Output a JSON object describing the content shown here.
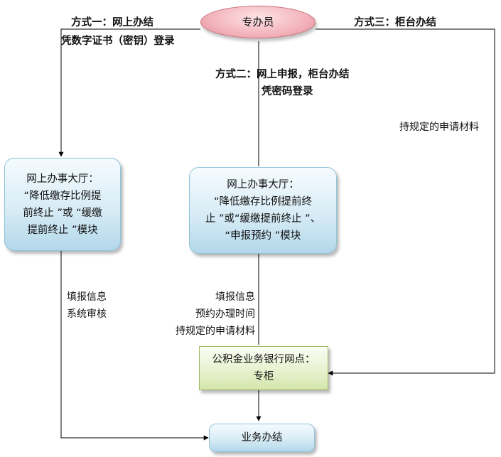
{
  "start_node": {
    "label": "专办员"
  },
  "methods": {
    "one": {
      "title": "方式一：网上办结",
      "subtitle": "凭数字证书（密钥）登录"
    },
    "two": {
      "title": "方式二：网上申报，柜台办结",
      "subtitle": "凭密码登录"
    },
    "three": {
      "title": "方式三：柜台办结",
      "note": "持规定的申请材料"
    }
  },
  "left_box": {
    "lines": [
      "网上办事大厅：",
      "“降低缴存比例提",
      "前终止 ”或 “缓缴",
      "提前终止 ”模块"
    ]
  },
  "middle_box": {
    "lines": [
      "网上办事大厅：",
      "“降低缴存比例提前终",
      "止 ”或“缓缴提前终止 ”、",
      "“申报预约 ”模块"
    ]
  },
  "left_flow_labels": [
    "填报信息",
    "系统审核"
  ],
  "middle_flow_labels": [
    "填报信息",
    "预约办理时间",
    "持规定的申请材料"
  ],
  "bank_box": {
    "lines": [
      "公积金业务银行网点：",
      "专柜"
    ]
  },
  "end_node": {
    "label": "业务办结"
  }
}
